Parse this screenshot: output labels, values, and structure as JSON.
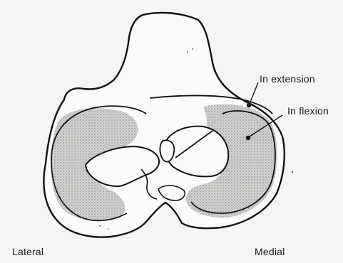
{
  "labels": {
    "in_extension": "In extension",
    "in_flexion": "In flexion",
    "lateral": "Lateral",
    "medial": "Medial"
  },
  "colors": {
    "background": "#f5f5f3",
    "outline": "#111111",
    "contact_area": "#c9c9c9",
    "stipple": "#6e6e6e"
  }
}
